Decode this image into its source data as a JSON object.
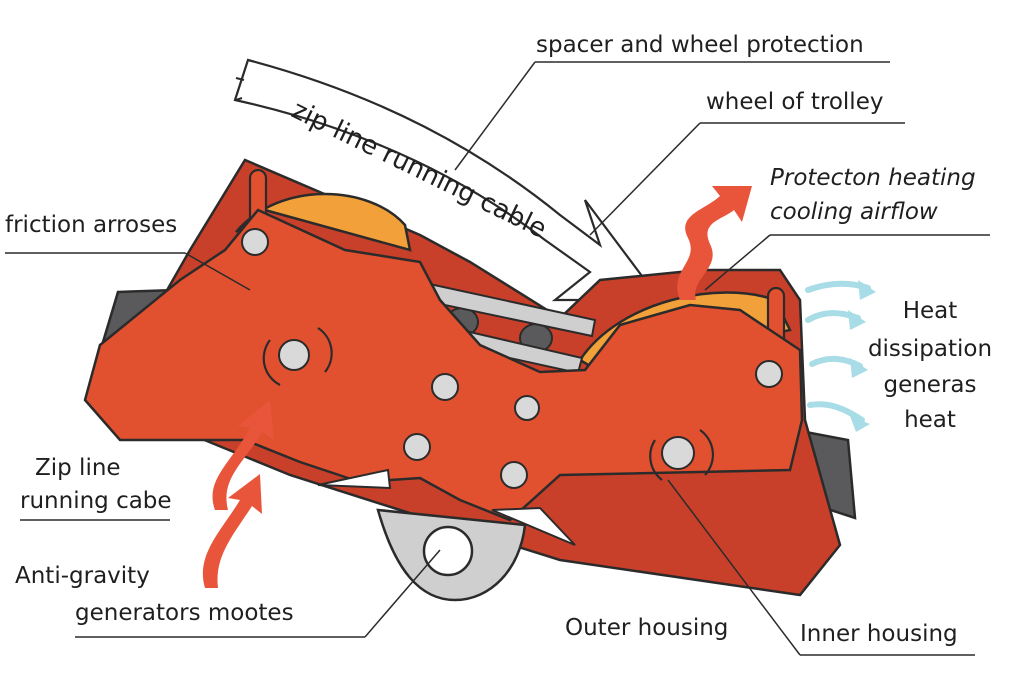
{
  "labels": {
    "spacer": "spacer and wheel protection",
    "wheel": "wheel of trolley",
    "cable_arrow": "zip line running cable",
    "protection_line1": "Protecton heating",
    "protection_line2": "cooling airflow",
    "friction": "friction arroses",
    "heat_line1": "Heat",
    "heat_line2": "dissipation",
    "heat_line3": "generas",
    "heat_line4": "heat",
    "zipline_line1": "Zip line",
    "zipline_line2": "running cabe",
    "antigravity_line1": "Anti-gravity",
    "antigravity_line2": "generators mootes",
    "outer": "Outer housing",
    "inner": "Inner housing"
  },
  "colors": {
    "housing": "#e2512f",
    "housing_dark": "#c9402a",
    "wheel": "#f2a03a",
    "outline": "#2b2b2b",
    "metal": "#cfcfcf",
    "pad": "#5a5a5c",
    "airflow": "#a8dce6",
    "heat": "#e9553a"
  }
}
